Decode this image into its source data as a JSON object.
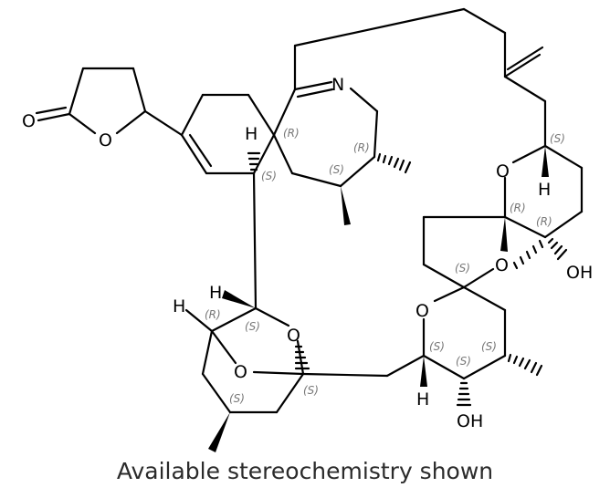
{
  "caption": "Available stereochemistry shown",
  "atom_labels": {
    "o_lactone_carbonyl": "O",
    "o_lactone_ring": "O",
    "n_imine": "N",
    "h_spiro": "H",
    "o_top_right": "O",
    "h_top_right": "H",
    "o_spiroketal": "O",
    "oh_right": "OH",
    "o_bottom_ring": "O",
    "h_bottom_ring": "H",
    "oh_bottom": "OH",
    "h_bicyclic_top": "H",
    "h_bicyclic_left": "H",
    "o_bicyclic_right": "O",
    "o_bicyclic_bridge": "O"
  },
  "stereo_labels": {
    "c_spiro": "(R)",
    "c_spiro_h": "(S)",
    "c_ring_methyl_top": "(R)",
    "c_ring_methyl_bottom": "(S)",
    "c_top_right": "(S)",
    "c_spiroketal_top": "(R)",
    "c_spiroketal_right": "(R)",
    "c_spiroketal_center": "(S)",
    "c_bottom_left": "(S)",
    "c_bottom_mid": "(S)",
    "c_bottom_right": "(S)",
    "c_bicyclic_h": "(S)",
    "c_bicyclic_left": "(R)",
    "c_bicyclic_bottom": "(S)",
    "c_bicyclic_quaternary": "(S)"
  }
}
